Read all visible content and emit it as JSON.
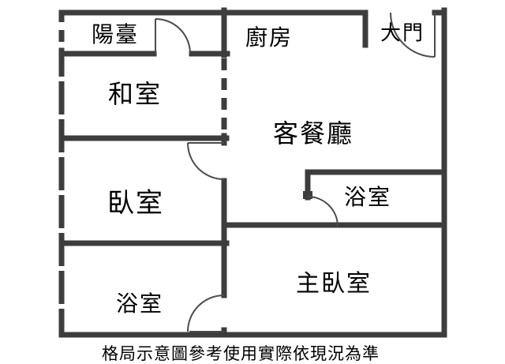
{
  "plan": {
    "rooms": [
      {
        "name": "balcony",
        "label": "陽臺"
      },
      {
        "name": "kitchen",
        "label": "廚房"
      },
      {
        "name": "main-door",
        "label": "大門"
      },
      {
        "name": "tatami-room",
        "label": "和室"
      },
      {
        "name": "living-dining-room",
        "label": "客餐廳"
      },
      {
        "name": "bedroom",
        "label": "臥室"
      },
      {
        "name": "bathroom-right",
        "label": "浴室"
      },
      {
        "name": "bathroom-lower",
        "label": "浴室"
      },
      {
        "name": "master-bedroom",
        "label": "主臥室"
      }
    ],
    "caption": "格局示意圖參考使用實際依現況為準",
    "colors": {
      "wall": "#3d3d3d",
      "door_line": "#4a4a4a",
      "background": "#ffffff",
      "text": "#000000"
    }
  }
}
